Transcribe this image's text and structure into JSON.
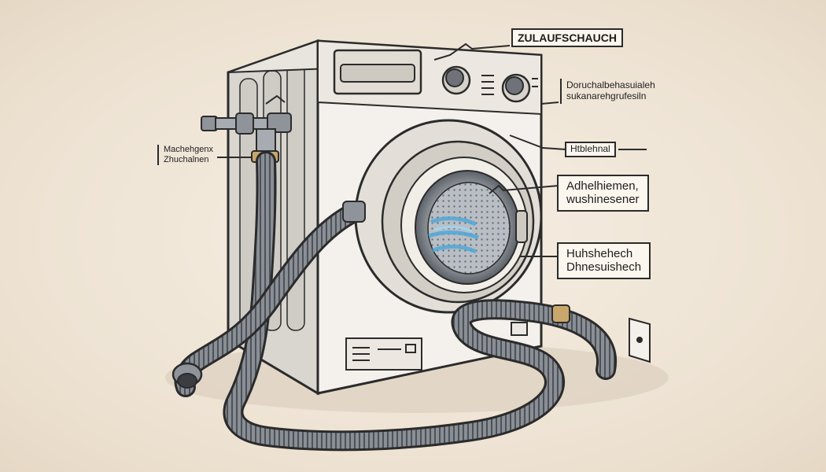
{
  "labels": {
    "inlet_hose": "ZULAUFSCHAUCH",
    "control_panel": [
      "Doruchalbehasuialeh",
      "sukanarehgrufesiln"
    ],
    "drum_door": "Htblehnal",
    "drum": [
      "Adhelhiemen,",
      "wushinesener"
    ],
    "door_seal": [
      "Huhshehech",
      "Dhnesuishech"
    ],
    "tap_connection": [
      "Machehgenx",
      "Zhuchalnen"
    ]
  },
  "colors": {
    "background": "#efe6d8",
    "ink": "#2b2b2b",
    "machine_body": "#f4f1ec",
    "hose": "#7d8289",
    "water": "#4fa8d8"
  }
}
